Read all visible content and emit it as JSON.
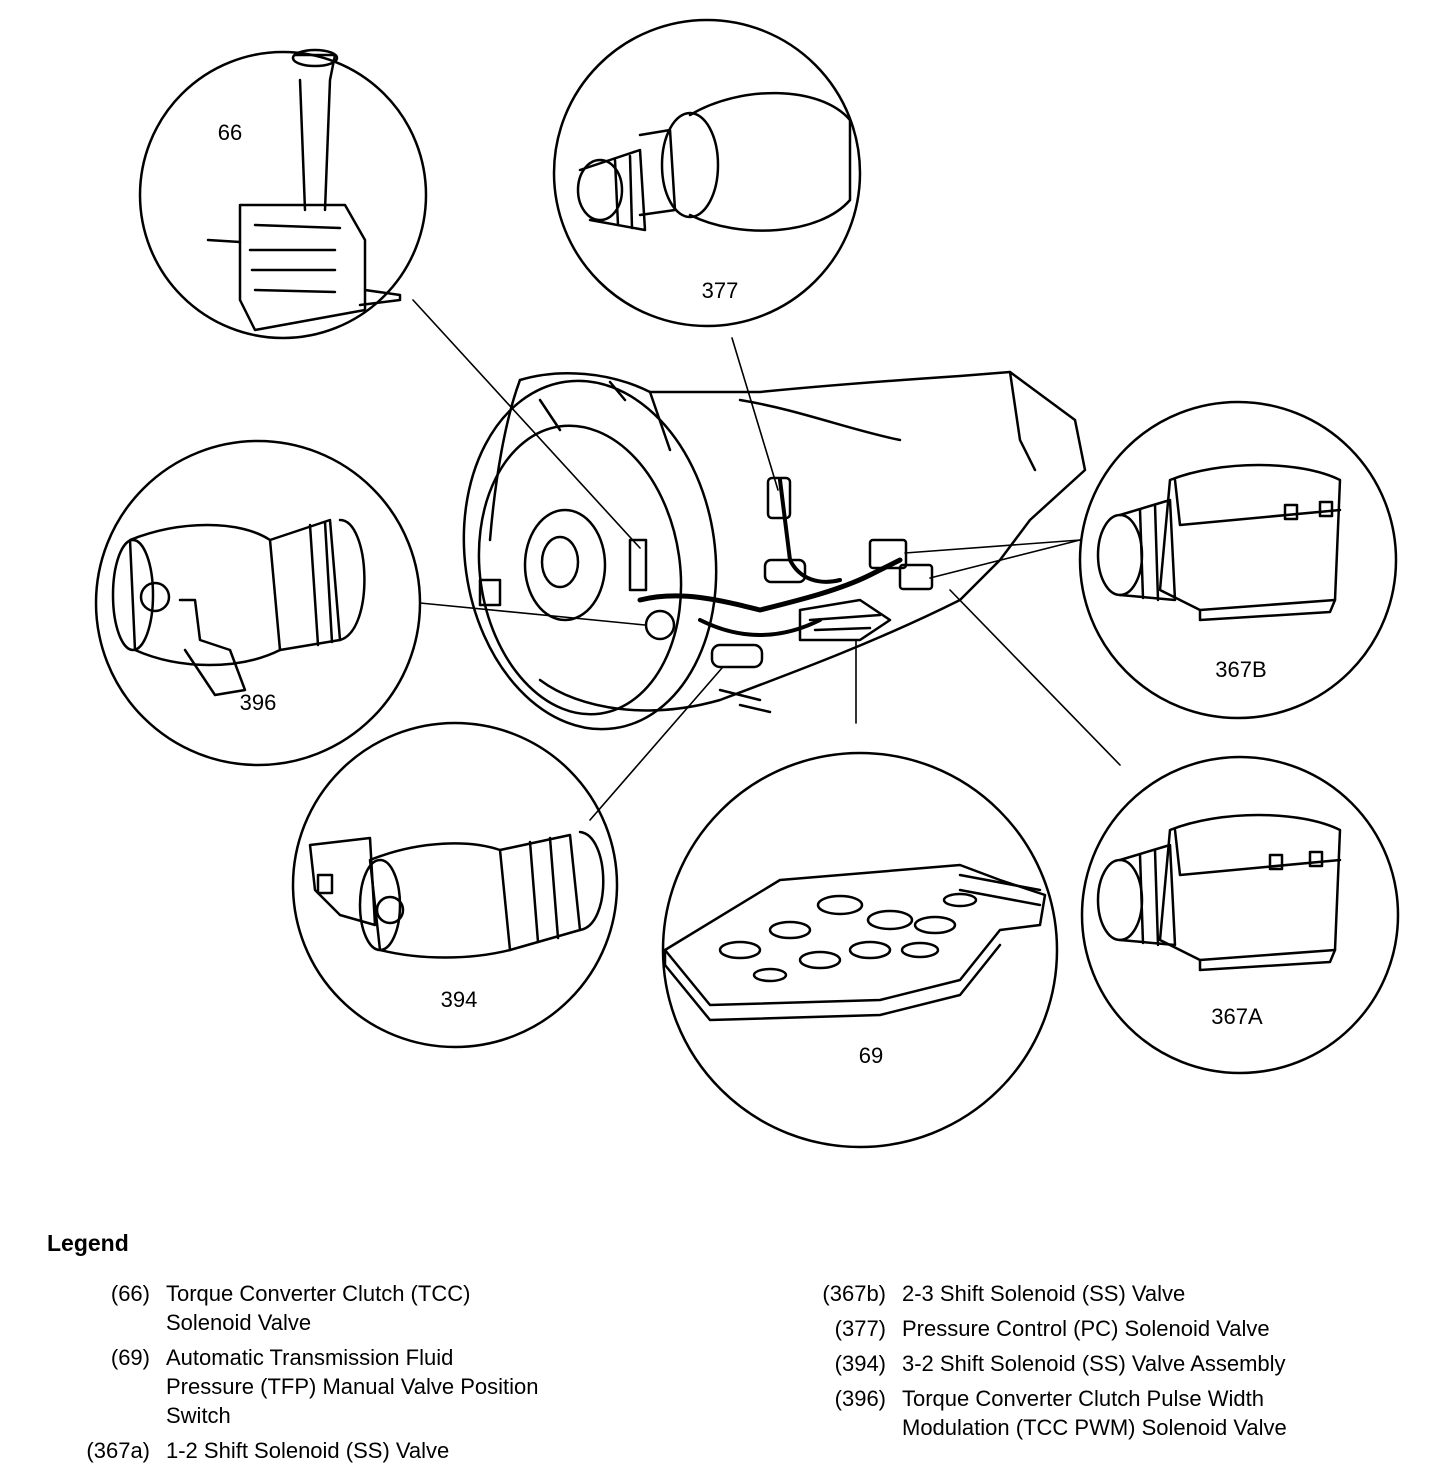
{
  "callouts": {
    "c66": "66",
    "c377": "377",
    "c396": "396",
    "c367b": "367B",
    "c394": "394",
    "c69": "69",
    "c367a": "367A"
  },
  "legend": {
    "title": "Legend",
    "left": [
      {
        "code": "(66)",
        "desc": "Torque Converter Clutch (TCC)\nSolenoid Valve"
      },
      {
        "code": "(69)",
        "desc": "Automatic Transmission Fluid\nPressure (TFP) Manual Valve Position\nSwitch"
      },
      {
        "code": "(367a)",
        "desc": "1-2 Shift Solenoid (SS) Valve"
      }
    ],
    "right": [
      {
        "code": "(367b)",
        "desc": "2-3 Shift Solenoid (SS) Valve"
      },
      {
        "code": "(377)",
        "desc": "Pressure Control (PC) Solenoid Valve"
      },
      {
        "code": "(394)",
        "desc": "3-2 Shift Solenoid (SS) Valve Assembly"
      },
      {
        "code": "(396)",
        "desc": "Torque Converter Clutch Pulse Width\nModulation (TCC PWM) Solenoid Valve"
      }
    ]
  }
}
